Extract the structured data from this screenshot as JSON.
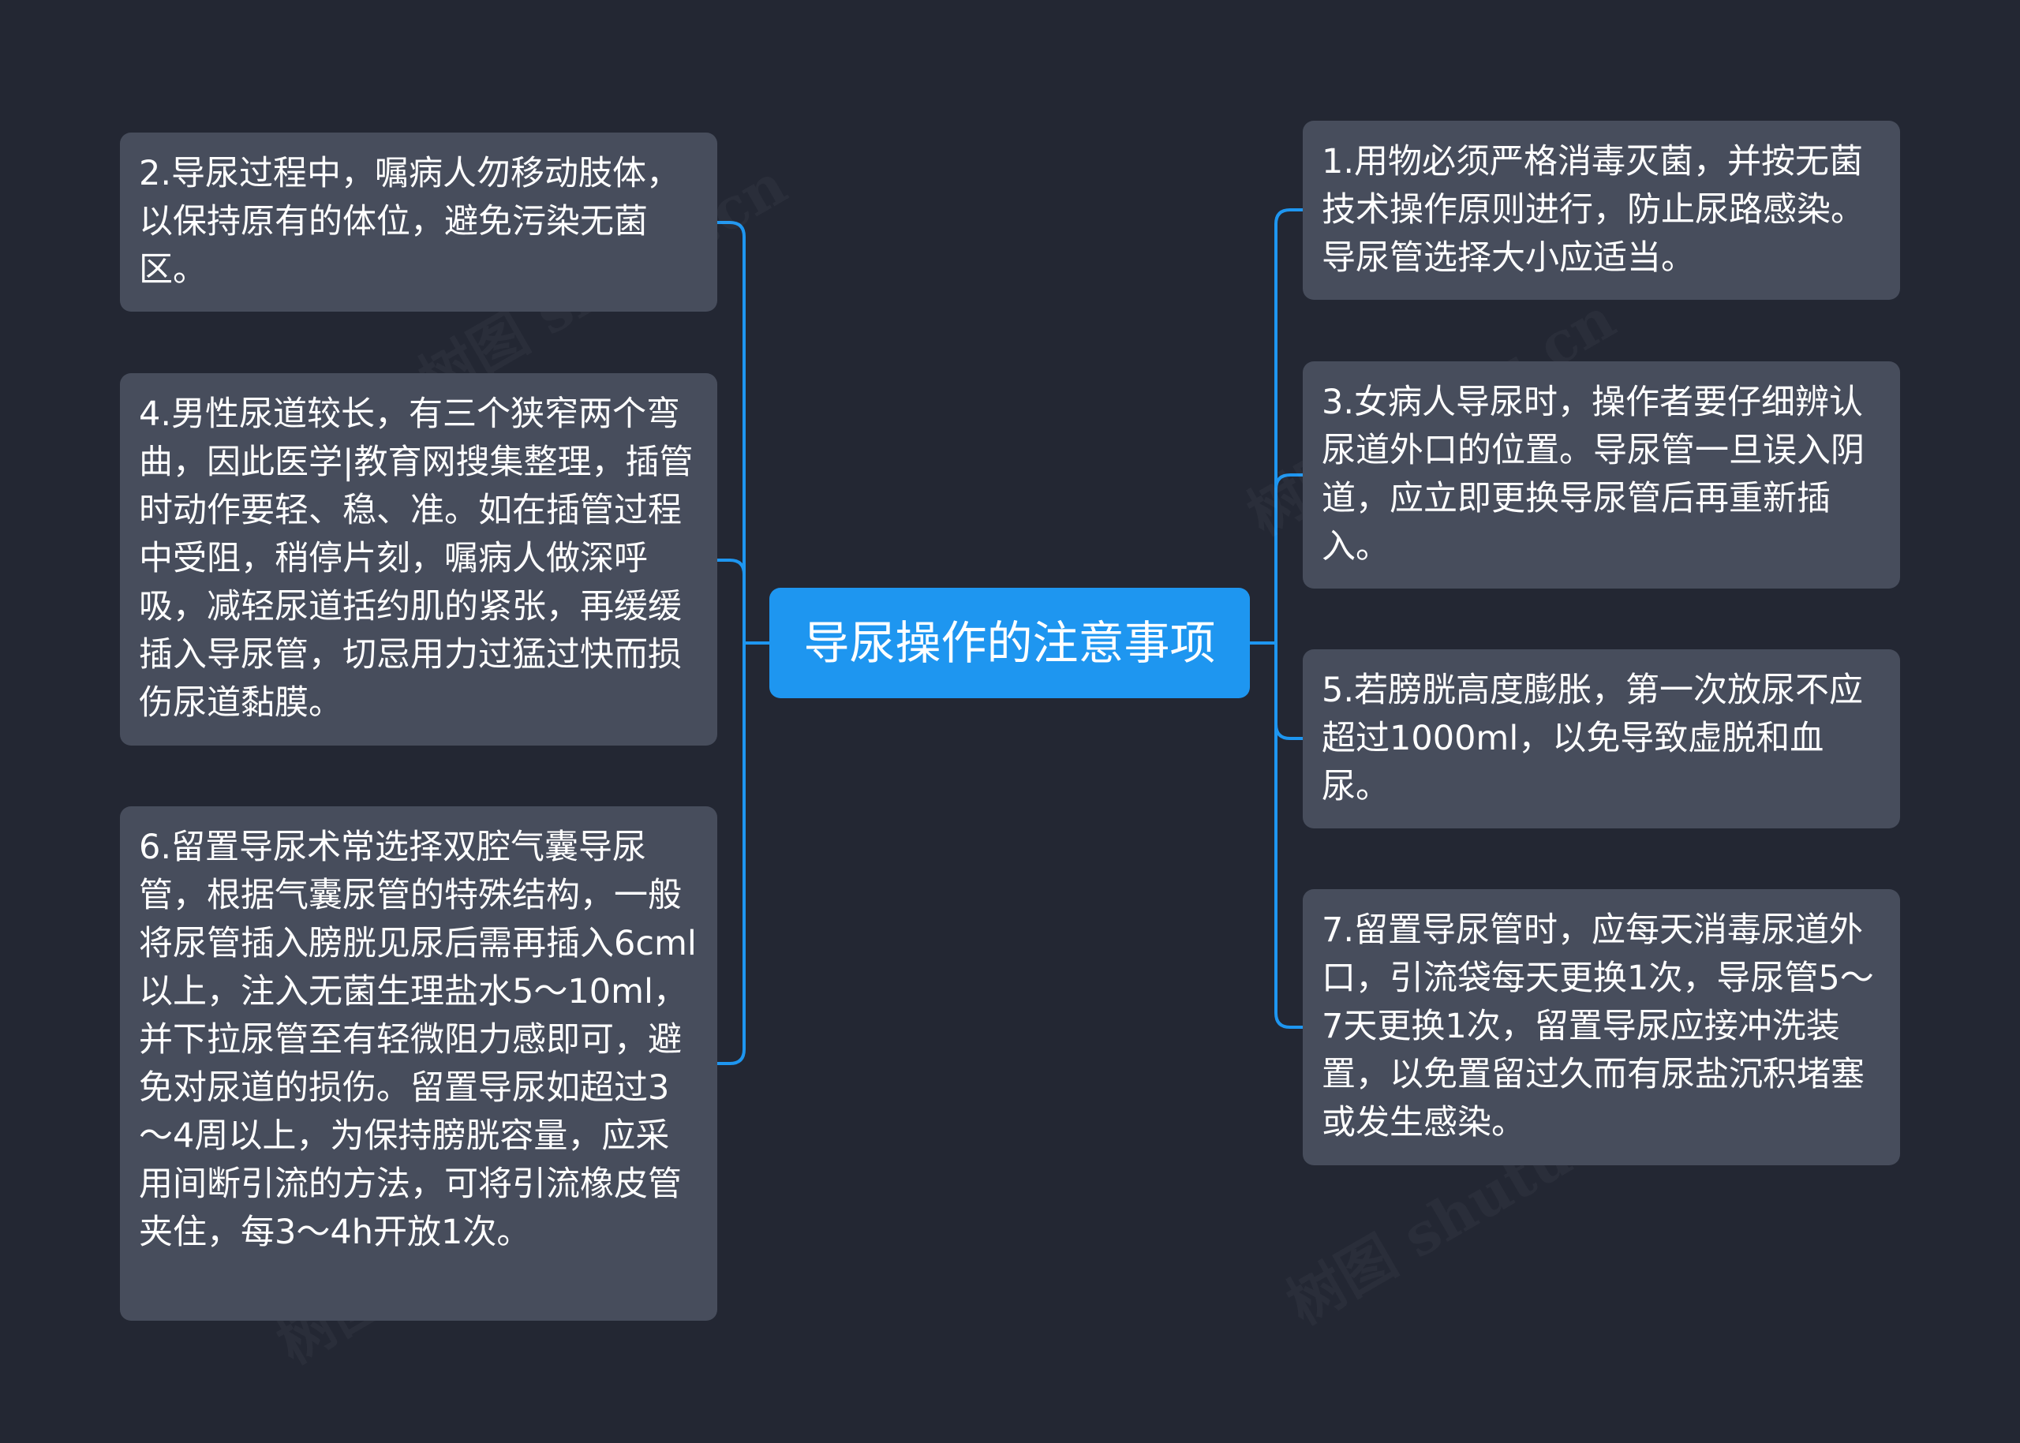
{
  "root": {
    "label": "导尿操作的注意事项"
  },
  "left_nodes": [
    {
      "text": "2.导尿过程中，嘱病人勿移动肢体，以保持原有的体位，避免污染无菌区。"
    },
    {
      "text": "4.男性尿道较长，有三个狭窄两个弯曲，因此医学|教育网搜集整理，插管时动作要轻、稳、准。如在插管过程中受阻，稍停片刻，嘱病人做深呼吸，减轻尿道括约肌的紧张，再缓缓插入导尿管，切忌用力过猛过快而损伤尿道黏膜。"
    },
    {
      "text": "6.留置导尿术常选择双腔气囊导尿管，根据气囊尿管的特殊结构，一般将尿管插入膀胱见尿后需再插入6cml以上，注入无菌生理盐水5～10ml，并下拉尿管至有轻微阻力感即可，避免对尿道的损伤。留置导尿如超过3～4周以上，为保持膀胱容量，应采用间断引流的方法，可将引流橡皮管夹住，每3～4h开放1次。"
    }
  ],
  "right_nodes": [
    {
      "text": "1.用物必须严格消毒灭菌，并按无菌技术操作原则进行，防止尿路感染。导尿管选择大小应适当。"
    },
    {
      "text": "3.女病人导尿时，操作者要仔细辨认尿道外口的位置。导尿管一旦误入阴道，应立即更换导尿管后再重新插入。"
    },
    {
      "text": "5.若膀胱高度膨胀，第一次放尿不应超过1000ml，以免导致虚脱和血尿。"
    },
    {
      "text": "7.留置导尿管时，应每天消毒尿道外口，引流袋每天更换1次，导尿管5～7天更换1次，留置导尿应接冲洗装置，以免置留过久而有尿盐沉积堵塞或发生感染。"
    }
  ],
  "watermark": {
    "text": "树图 shutu.cn"
  },
  "colors": {
    "background": "#232733",
    "node_fill": "#474d5c",
    "root_fill": "#1e96f0",
    "connector": "#1e96f0",
    "text": "#ffffff"
  }
}
